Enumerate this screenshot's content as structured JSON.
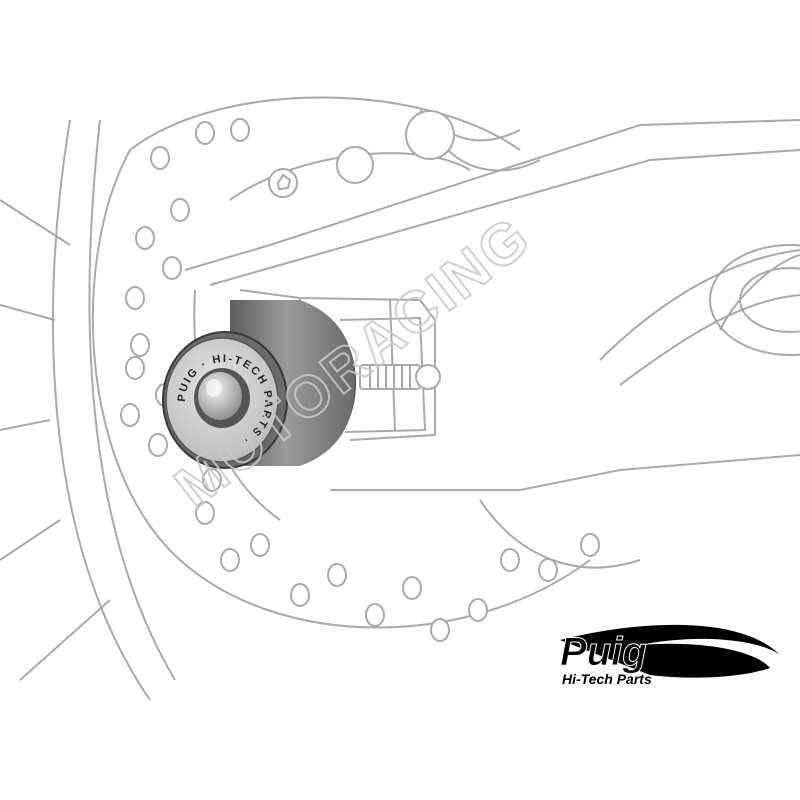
{
  "illustration": {
    "subject": "swingarm-spool-protector",
    "colors": {
      "background": "#ffffff",
      "line_art": "#a9a9a9",
      "slider_body": "#8c8c8c",
      "slider_dark": "#3a3a3a",
      "slider_light": "#dcdcdc",
      "watermark": "#d2d2d2",
      "logo_black": "#000000"
    }
  },
  "slider_cap": {
    "ring_text": "PUIG · HI-TECH PARTS ·"
  },
  "watermark": {
    "text": "MOTORACING"
  },
  "logo": {
    "brand": "Puig",
    "tagline": "Hi-Tech Parts"
  }
}
